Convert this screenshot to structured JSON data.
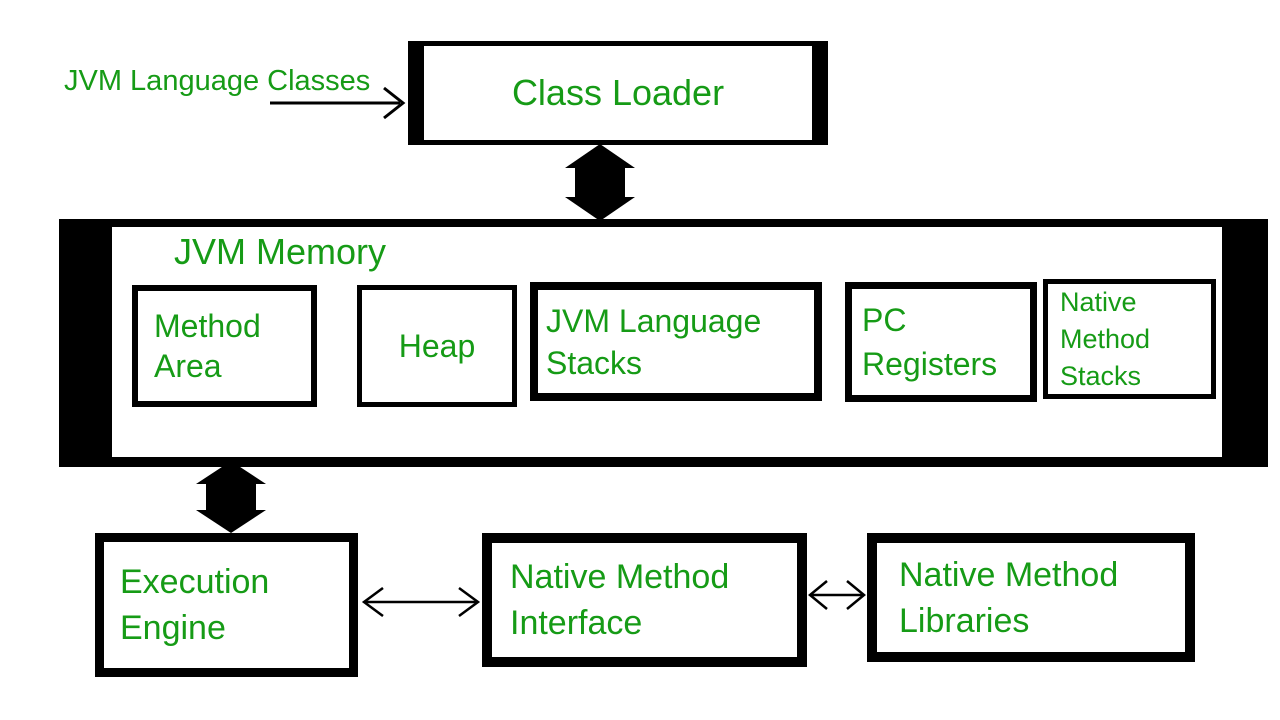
{
  "colors": {
    "text_green": "#169b16",
    "outline_black": "#000000",
    "background": "#ffffff"
  },
  "diagram": {
    "input_label": {
      "line1": "JVM Language",
      "line2": "Classes"
    },
    "class_loader": {
      "label": "Class Loader"
    },
    "jvm_memory": {
      "label": "JVM Memory",
      "method_area": {
        "line1": "Method",
        "line2": "Area"
      },
      "heap": {
        "label": "Heap"
      },
      "jvm_language_stacks": {
        "line1": "JVM Language",
        "line2": "Stacks"
      },
      "pc_registers": {
        "line1": "PC",
        "line2": "Registers"
      },
      "native_method_stacks": {
        "line1": "Native",
        "line2": "Method",
        "line3": "Stacks"
      }
    },
    "execution_engine": {
      "line1": "Execution",
      "line2": "Engine"
    },
    "native_method_interface": {
      "line1": "Native Method",
      "line2": "Interface"
    },
    "native_method_libraries": {
      "line1": "Native Method",
      "line2": "Libraries"
    },
    "edges": [
      {
        "from": "jvm-language-classes",
        "to": "class-loader",
        "style": "thin-single-arrow"
      },
      {
        "from": "class-loader",
        "to": "jvm-memory",
        "style": "thick-double-arrow"
      },
      {
        "from": "jvm-memory",
        "to": "execution-engine",
        "style": "thick-double-arrow"
      },
      {
        "from": "execution-engine",
        "to": "native-method-interface",
        "style": "thin-double-arrow"
      },
      {
        "from": "native-method-interface",
        "to": "native-method-libraries",
        "style": "thin-double-arrow"
      }
    ]
  }
}
